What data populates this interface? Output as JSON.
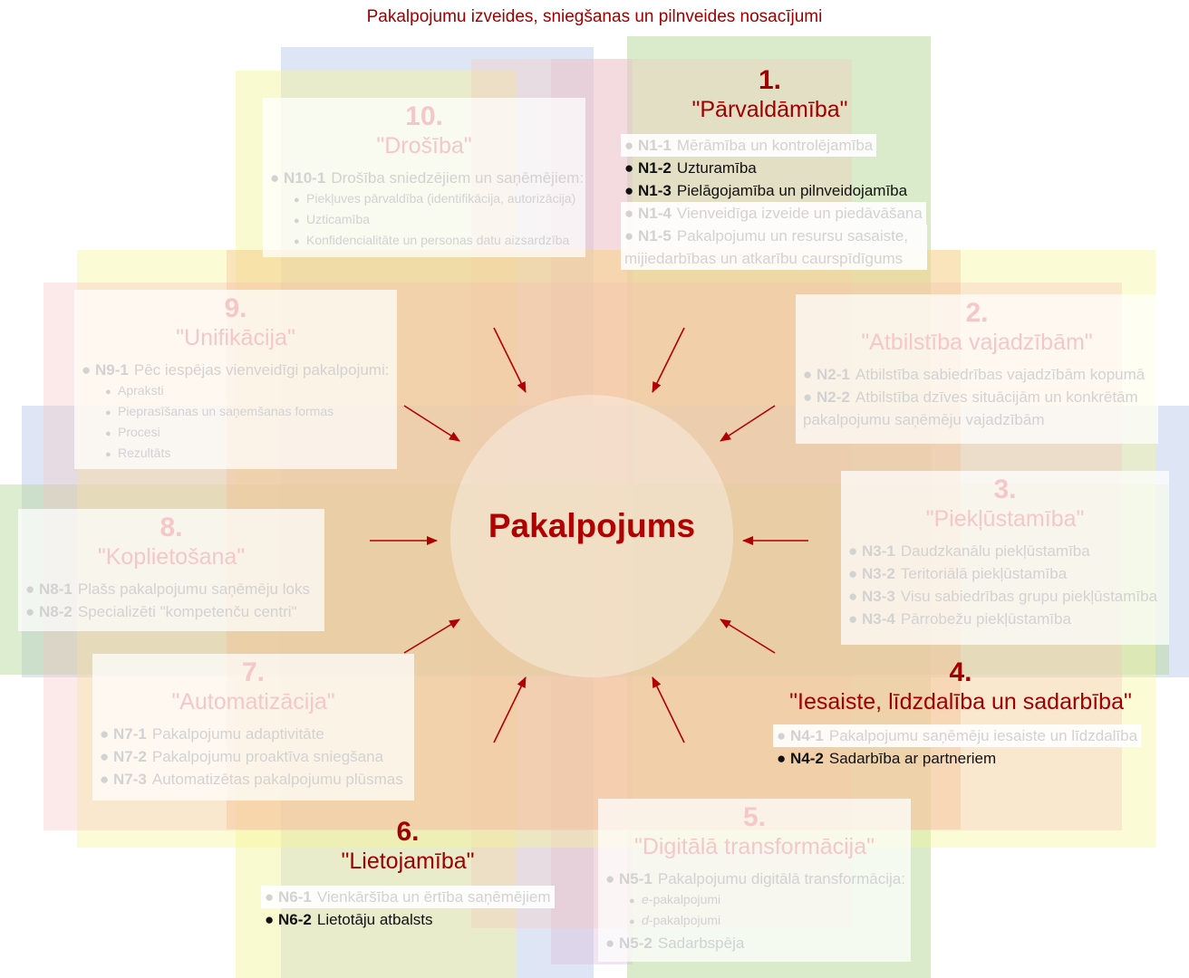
{
  "title": "Pakalpojumu izveides, sniegšanas un pilnveides nosacījumi",
  "center_label": "Pakalpojums",
  "colors": {
    "accent": "#a00000",
    "faded_heading": "#f4c8c8",
    "faded_text": "#d2d2d2",
    "active_text": "#111111"
  },
  "principles": {
    "p1": {
      "number": "1.",
      "name": "\"Pārvaldāmība\"",
      "items": [
        {
          "code": "N1-1",
          "text": "Mērāmība un kontrolējamība",
          "active": false
        },
        {
          "code": "N1-2",
          "text": "Uzturamība",
          "active": true
        },
        {
          "code": "N1-3",
          "text": "Pielāgojamība un pilnveidojamība",
          "active": true
        },
        {
          "code": "N1-4",
          "text": "Vienveidīga izveide un piedāvāšana",
          "active": false
        },
        {
          "code": "N1-5",
          "text": "Pakalpojumu un resursu sasaiste, mijiedarbības un atkarību caurspīdīgums",
          "active": false
        }
      ]
    },
    "p2": {
      "number": "2.",
      "name": "\"Atbilstība vajadzībām\"",
      "items": [
        {
          "code": "N2-1",
          "text": "Atbilstība sabiedrības vajadzībām kopumā"
        },
        {
          "code": "N2-2",
          "text": "Atbilstība dzīves situācijām un konkrētām pakalpojumu saņēmēju vajadzībām"
        }
      ]
    },
    "p3": {
      "number": "3.",
      "name": "\"Piekļūstamība\"",
      "items": [
        {
          "code": "N3-1",
          "text": "Daudzkanālu piekļūstamība"
        },
        {
          "code": "N3-2",
          "text": "Teritoriālā piekļūstamība"
        },
        {
          "code": "N3-3",
          "text": "Visu sabiedrības grupu piekļūstamība"
        },
        {
          "code": "N3-4",
          "text": "Pārrobežu piekļūstamība"
        }
      ]
    },
    "p4": {
      "number": "4.",
      "name": "\"Iesaiste, līdzdalība un sadarbība\"",
      "items": [
        {
          "code": "N4-1",
          "text": "Pakalpojumu saņēmēju iesaiste un līdzdalība",
          "active": false
        },
        {
          "code": "N4-2",
          "text": "Sadarbība ar partneriem",
          "active": true
        }
      ]
    },
    "p5": {
      "number": "5.",
      "name": "\"Digitālā transformācija\"",
      "item1": {
        "code": "N5-1",
        "text": "Pakalpojumu digitālā transformācija:"
      },
      "subs": [
        {
          "prefix": "e",
          "text": "-pakalpojumi"
        },
        {
          "prefix": "d",
          "text": "-pakalpojumi"
        }
      ],
      "item2": {
        "code": "N5-2",
        "text": "Sadarbspēja"
      }
    },
    "p6": {
      "number": "6.",
      "name": "\"Lietojamība\"",
      "items": [
        {
          "code": "N6-1",
          "text": "Vienkāršība un ērtība saņēmējiem",
          "active": false
        },
        {
          "code": "N6-2",
          "text": "Lietotāju atbalsts",
          "active": true
        }
      ]
    },
    "p7": {
      "number": "7.",
      "name": "\"Automatizācija\"",
      "items": [
        {
          "code": "N7-1",
          "text": "Pakalpojumu adaptivitāte"
        },
        {
          "code": "N7-2",
          "text": "Pakalpojumu proaktīva sniegšana"
        },
        {
          "code": "N7-3",
          "text": "Automatizētas pakalpojumu plūsmas"
        }
      ]
    },
    "p8": {
      "number": "8.",
      "name": "\"Koplietošana\"",
      "items": [
        {
          "code": "N8-1",
          "text": "Plašs pakalpojumu saņēmēju loks"
        },
        {
          "code": "N8-2",
          "text": "Specializēti \"kompetenču centri\""
        }
      ]
    },
    "p9": {
      "number": "9.",
      "name": "\"Unifikācija\"",
      "item1": {
        "code": "N9-1",
        "text": "Pēc iespējas vienveidīgi pakalpojumi:"
      },
      "subs": [
        "Apraksti",
        "Pieprasīšanas un saņemšanas formas",
        "Procesi",
        "Rezultāts"
      ]
    },
    "p10": {
      "number": "10.",
      "name": "\"Drošība\"",
      "item1": {
        "code": "N10-1",
        "text": "Drošība sniedzējiem un saņēmējiem:"
      },
      "subs": [
        "Piekļuves pārvaldība (identifikācija, autorizācija)",
        "Uzticamība",
        "Konfidencialitāte un personas datu aizsardzība"
      ]
    }
  }
}
